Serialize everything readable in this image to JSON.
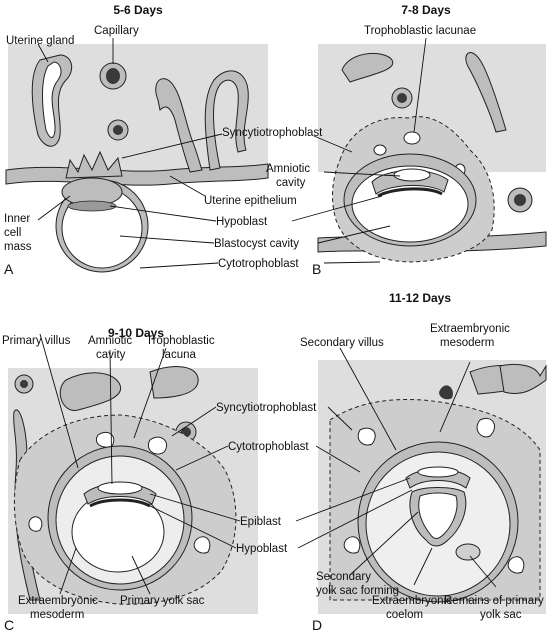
{
  "panels": [
    {
      "letter": "A",
      "title": "5-6 Days",
      "labels": {
        "uterine_gland": "Uterine gland",
        "capillary": "Capillary",
        "uterine_epithelium": "Uterine epithelium",
        "inner_cell_mass_1": "Inner",
        "inner_cell_mass_2": "cell",
        "inner_cell_mass_3": "mass"
      }
    },
    {
      "letter": "B",
      "title": "7-8 Days",
      "labels": {
        "trophoblastic_lacunae": "Trophoblastic lacunae",
        "amniotic_cavity_1": "Amniotic",
        "amniotic_cavity_2": "cavity"
      }
    },
    {
      "letter": "C",
      "title": "9-10 Days",
      "labels": {
        "primary_villus": "Primary villus",
        "amniotic_cavity_1": "Amniotic",
        "amniotic_cavity_2": "cavity",
        "trophoblastic_lacuna_1": "Trophoblastic",
        "trophoblastic_lacuna_2": "lacuna",
        "extraembryonic_mesoderm_1": "Extraembryonic",
        "extraembryonic_mesoderm_2": "mesoderm",
        "primary_yolk_sac": "Primary yolk sac"
      }
    },
    {
      "letter": "D",
      "title": "11-12 Days",
      "labels": {
        "secondary_villus": "Secondary villus",
        "extraembryonic_mesoderm_1": "Extraembryonic",
        "extraembryonic_mesoderm_2": "mesoderm",
        "secondary_yolk_sac_1": "Secondary",
        "secondary_yolk_sac_2": "yolk sac forming",
        "extraembryonic_coelom_1": "Extraembryonic",
        "extraembryonic_coelom_2": "coelom",
        "remains_primary_1": "Remains of primary",
        "remains_primary_2": "yolk sac"
      }
    }
  ],
  "shared_labels": {
    "syncytiotrophoblast": "Syncytiotrophoblast",
    "hypoblast": "Hypoblast",
    "blastocyst_cavity": "Blastocyst cavity",
    "cytotrophoblast": "Cytotrophoblast",
    "syncytiotrophoblast_2": "Syncytiotrophoblast",
    "cytotrophoblast_2": "Cytotrophoblast",
    "epiblast": "Epiblast",
    "hypoblast_2": "Hypoblast"
  }
}
